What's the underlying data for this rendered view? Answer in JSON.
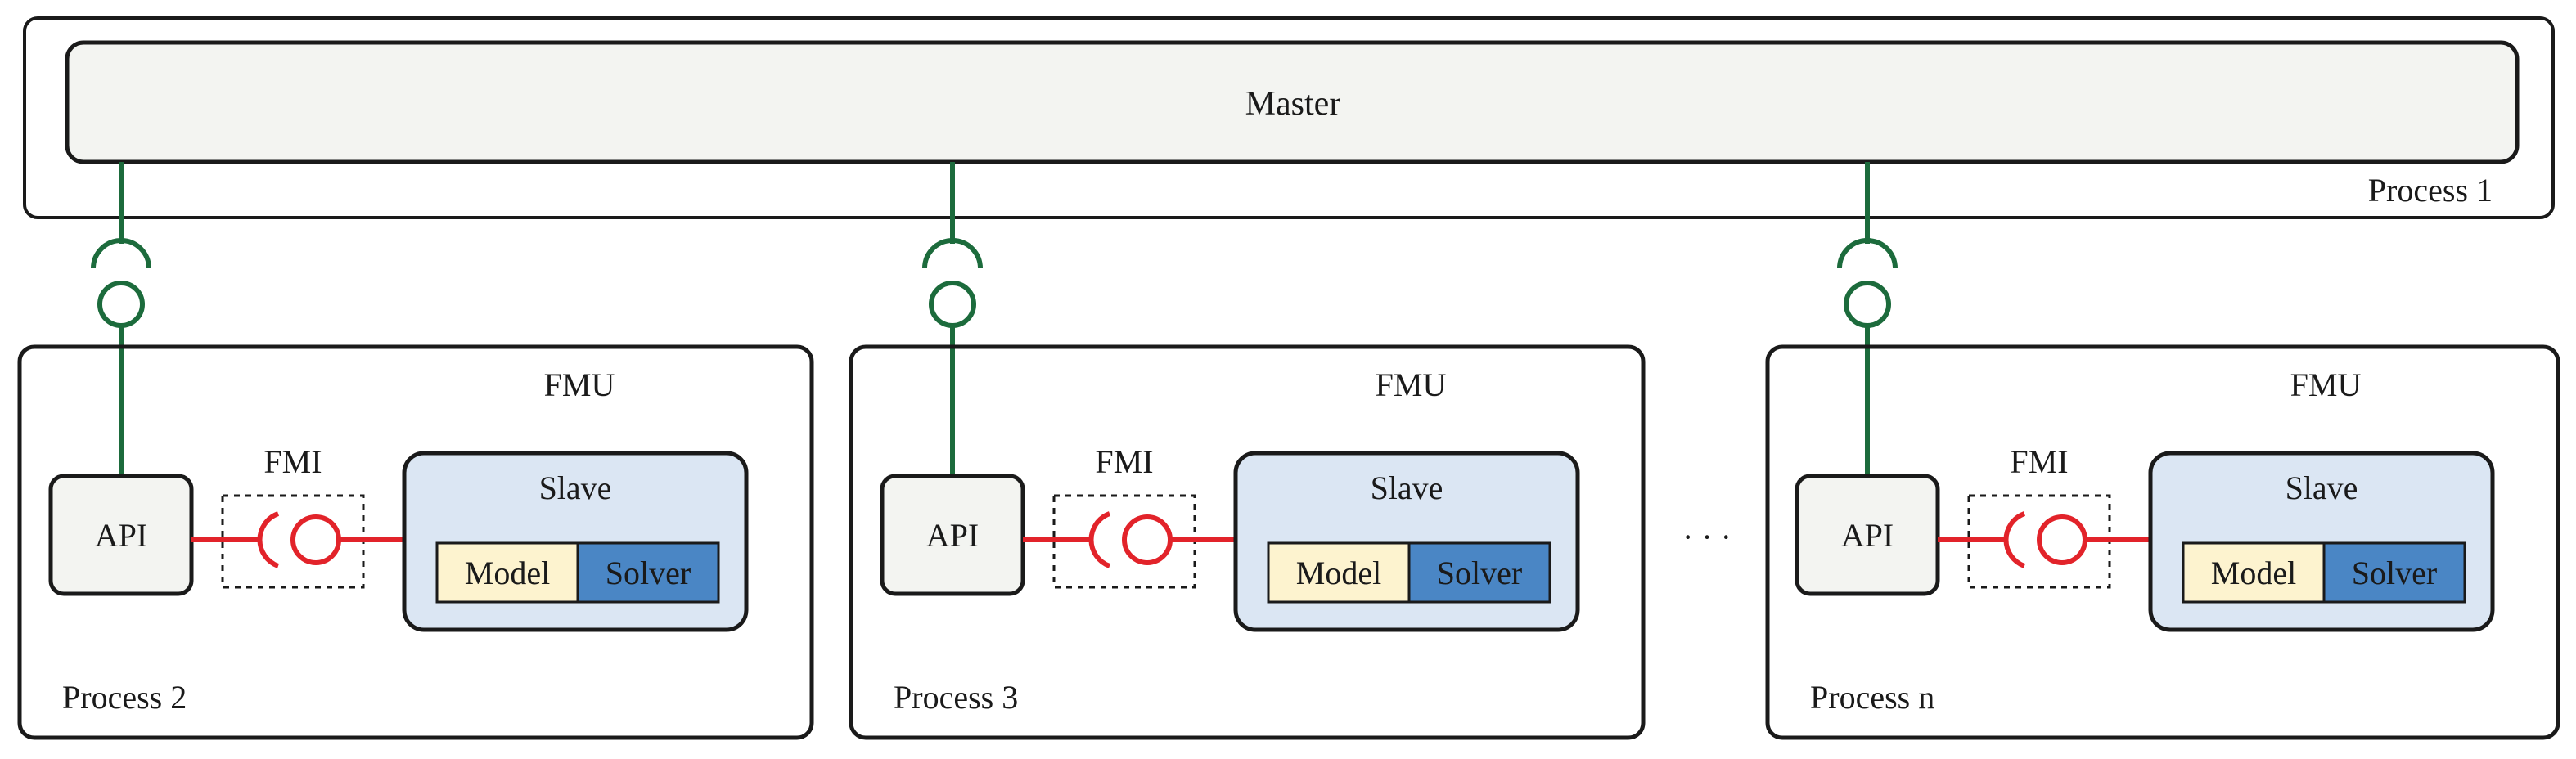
{
  "colors": {
    "outline": "#1a1a1a",
    "master_fill": "#f3f4f1",
    "api_fill": "#f3f4f1",
    "slave_fill": "#dbe6f3",
    "model_fill": "#fdf3cf",
    "solver_fill": "#4a86c5",
    "connector_green": "#1c6b3c",
    "connector_red": "#e2232a"
  },
  "master": {
    "label": "Master",
    "process_label": "Process 1"
  },
  "fmus": [
    {
      "fmu_label": "FMU",
      "fmi_label": "FMI",
      "api_label": "API",
      "slave_label": "Slave",
      "model_label": "Model",
      "solver_label": "Solver",
      "process_label": "Process 2"
    },
    {
      "fmu_label": "FMU",
      "fmi_label": "FMI",
      "api_label": "API",
      "slave_label": "Slave",
      "model_label": "Model",
      "solver_label": "Solver",
      "process_label": "Process 3"
    },
    {
      "fmu_label": "FMU",
      "fmi_label": "FMI",
      "api_label": "API",
      "slave_label": "Slave",
      "model_label": "Model",
      "solver_label": "Solver",
      "process_label": "Process n"
    }
  ],
  "ellipsis": "· · ·"
}
